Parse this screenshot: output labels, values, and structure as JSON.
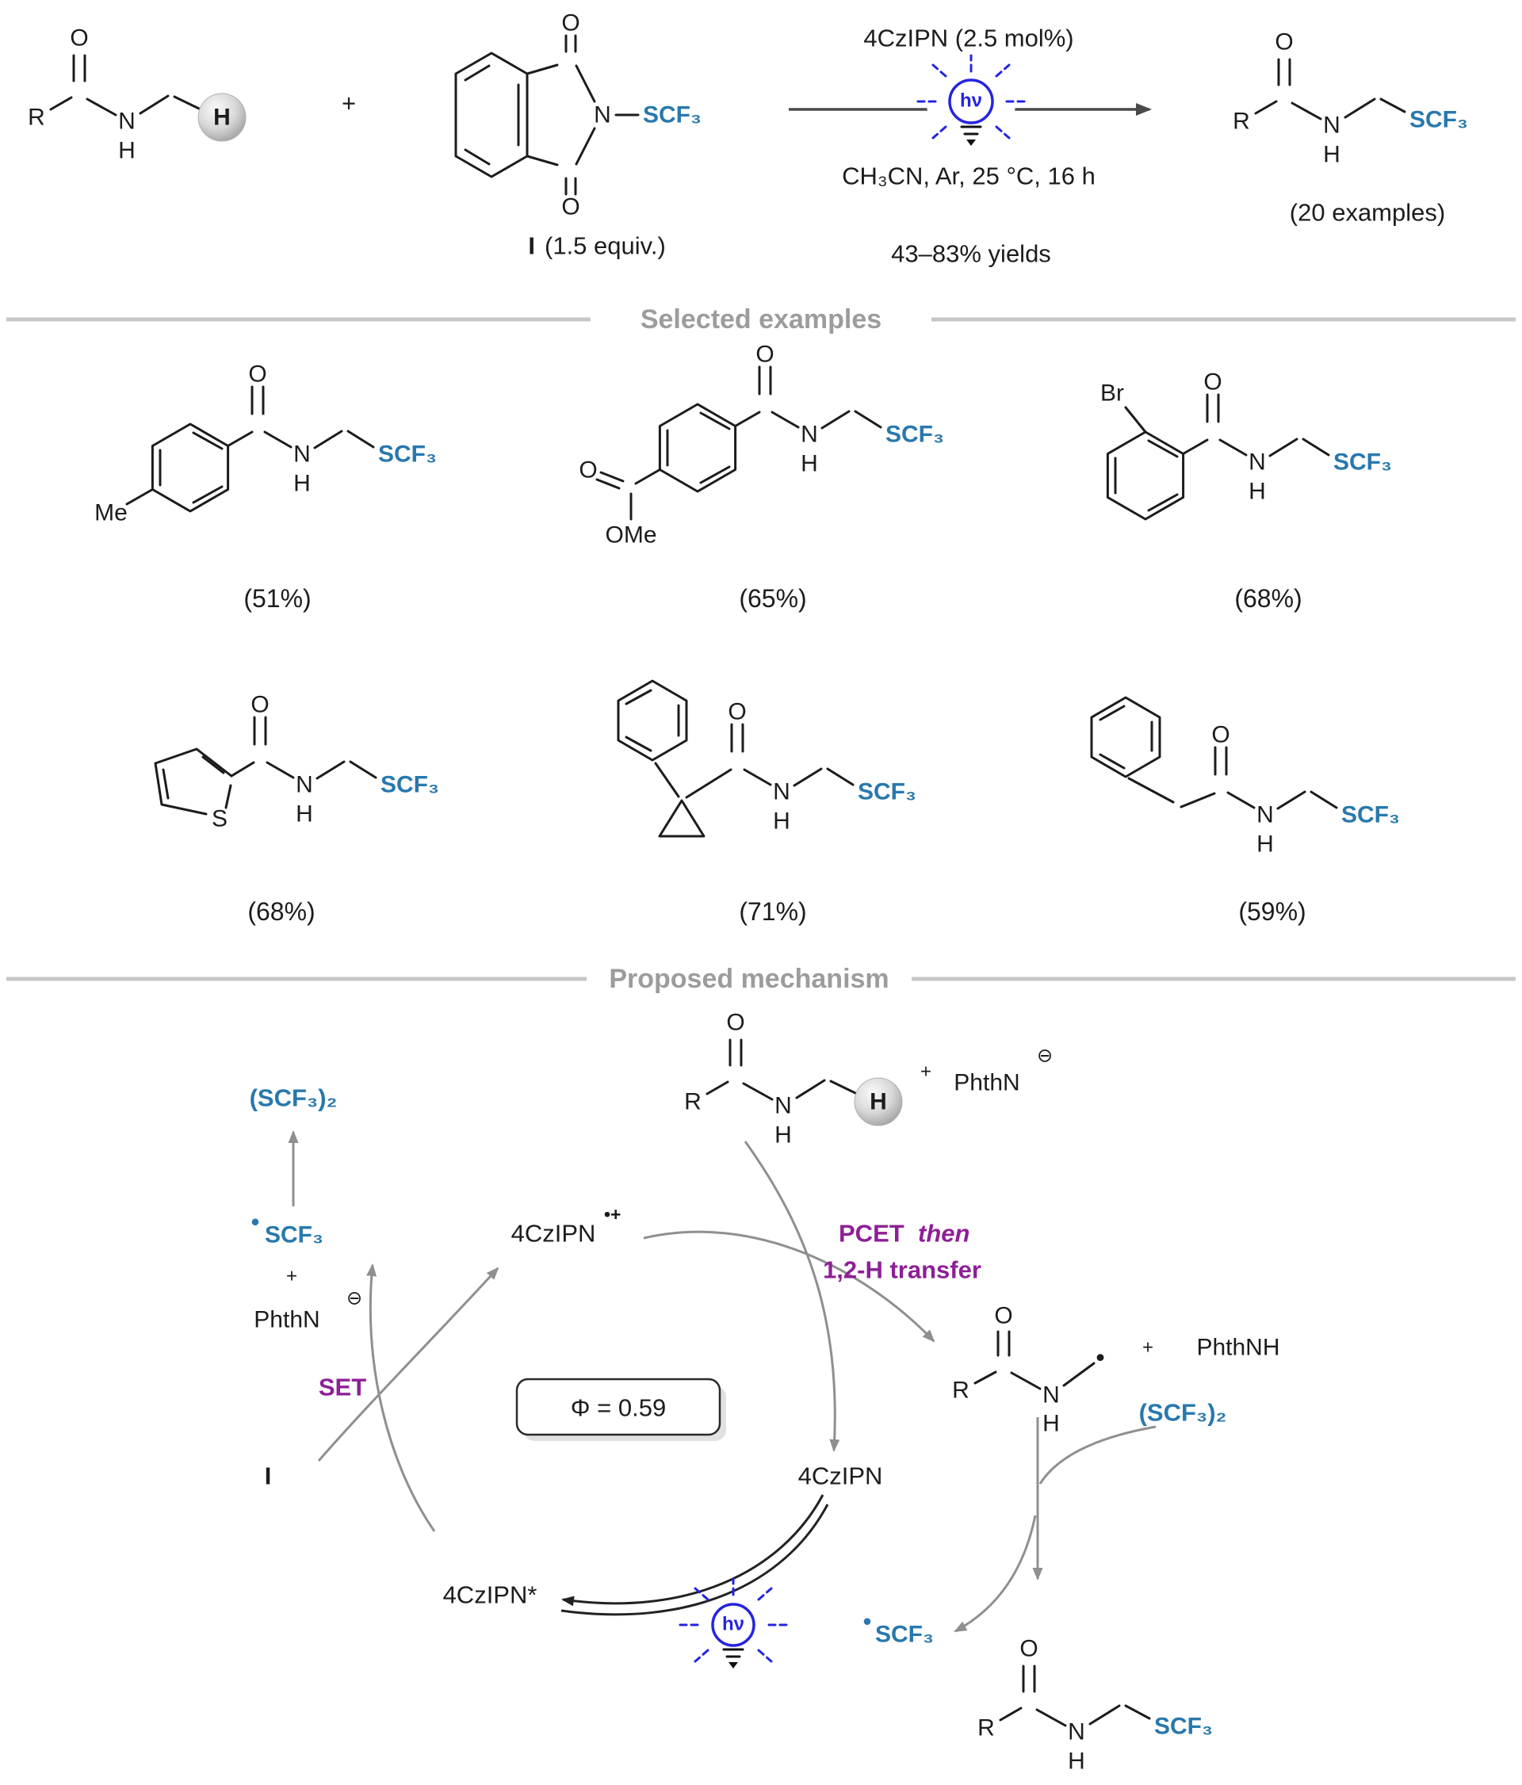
{
  "colors": {
    "scf3_blue": "#2878ad",
    "mechanism_purple": "#8e1f96",
    "lightbulb_blue": "#2424e0",
    "section_header_gray": "#9c9c9c",
    "divider_gray": "#c7c7c7",
    "bond_black": "#1c1c1c",
    "arrow_gray": "#8f8f8f"
  },
  "top_scheme": {
    "plus": "+",
    "catalyst": "4CzIPN (2.5 mol%)",
    "conditions": "CH₃CN, Ar, 25 °C, 16 h",
    "yields_range": "43–83% yields",
    "reagent_id": "I",
    "reagent_equiv": "(1.5 equiv.)",
    "examples_count": "(20 examples)",
    "hv": "hν"
  },
  "atoms": {
    "O": "O",
    "N": "N",
    "H": "H",
    "R": "R",
    "S": "S",
    "Br": "Br",
    "Me": "Me",
    "OMe": "OMe",
    "scf3": "SCF₃",
    "radical_dot": "•",
    "plus": "+"
  },
  "sections": {
    "examples": "Selected examples",
    "mechanism": "Proposed mechanism"
  },
  "examples": {
    "yields": [
      "(51%)",
      "(65%)",
      "(68%)",
      "(68%)",
      "(71%)",
      "(59%)"
    ]
  },
  "mechanism": {
    "scf3_dimer": "(SCF₃)₂",
    "phthn": "PhthN",
    "phthnh": "PhthNH",
    "minus_charge": "⊖",
    "set_label": "SET",
    "reagent_id": "I",
    "catalyst": "4CzIPN",
    "radical_cation_sup": "•+",
    "catalyst_excited": "4CzIPN*",
    "pcet": "PCET",
    "then_word": "then",
    "h_transfer": "1,2-H transfer",
    "quantum_yield": "Φ = 0.59",
    "hv": "hν"
  }
}
